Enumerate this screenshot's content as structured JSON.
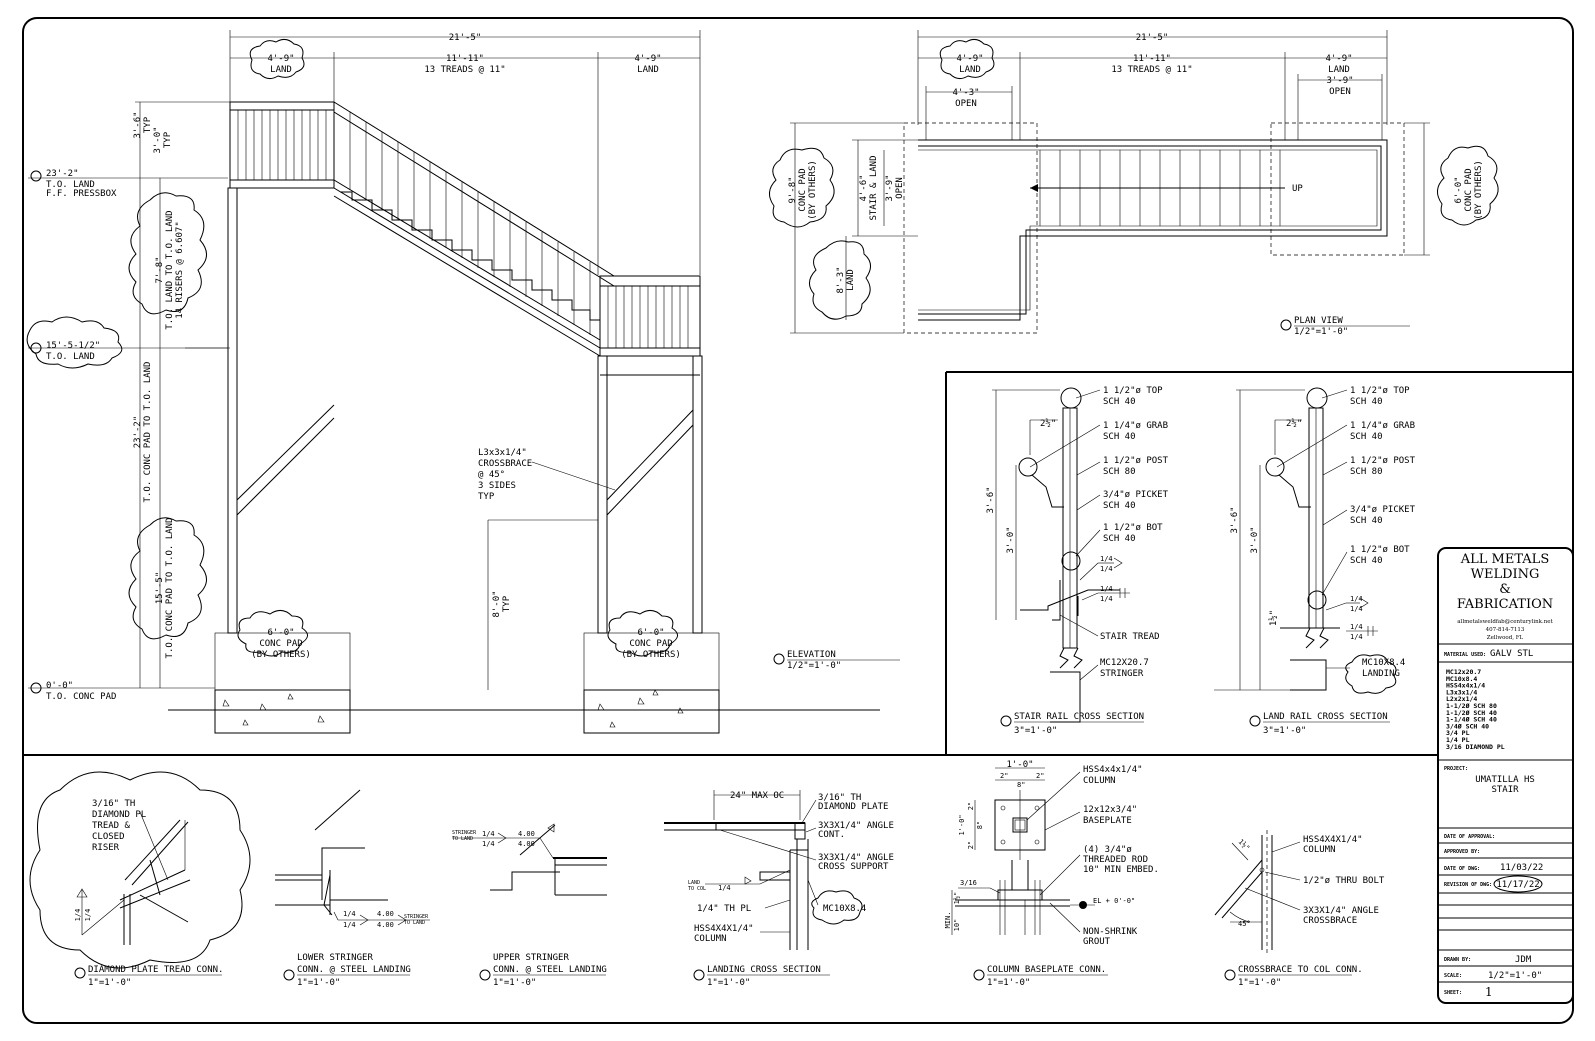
{
  "elevation": {
    "overall_width": "21'-5\"",
    "land_left_dim": "4'-9\"",
    "land_left_label": "LAND",
    "treads_dim": "11'-11\"",
    "treads_label": "13 TREADS @ 11\"",
    "land_right_dim": "4'-9\"",
    "land_right_label": "LAND",
    "rail_height_a": "3'-6\"",
    "rail_height_a_note": "TYP",
    "rail_height_b": "3'-0\"",
    "rail_height_b_note": "TYP",
    "top_level": "23'-2\"",
    "top_level_note1": "T.O. LAND",
    "top_level_note2": "F.F. PRESSBOX",
    "mid_level": "15'-5-1/2\"",
    "mid_level_note": "T.O. LAND",
    "base_level": "0'-0\"",
    "base_level_note": "T.O. CONC PAD",
    "riser_dim": "7'-8\"",
    "riser_label1": "T.O. LAND TO T.O. LAND",
    "riser_label2": "14 RISERS @ 6.607\"",
    "total_dim": "23'-2\"",
    "total_label": "T.O. CONC PAD TO T.O. LAND",
    "lower_dim": "15'-5\"",
    "lower_label": "T.O. CONC PAD TO T.O. LAND",
    "crossbrace1": "L3x3x1/4\"",
    "crossbrace2": "CROSSBRACE",
    "crossbrace3": "@ 45°",
    "crossbrace4": "3 SIDES",
    "crossbrace5": "TYP",
    "post_dim": "8'-0\"",
    "post_dim_note": "TYP",
    "pad_left_dim": "6'-0\"",
    "pad_left_l1": "CONC PAD",
    "pad_left_l2": "(BY OTHERS)",
    "pad_right_dim": "6'-0\"",
    "pad_right_l1": "CONC PAD",
    "pad_right_l2": "(BY OTHERS)",
    "title": "ELEVATION",
    "scale": "1/2\"=1'-0\""
  },
  "plan": {
    "overall_width": "21'-5\"",
    "land_left_dim": "4'-9\"",
    "land_left_label": "LAND",
    "treads_dim": "11'-11\"",
    "treads_label": "13 TREADS @ 11\"",
    "land_right_dim": "4'-9\"",
    "land_right_label": "LAND",
    "open_left_dim": "4'-3\"",
    "open_left_label": "OPEN",
    "open_right_dim": "3'-9\"",
    "open_right_label": "OPEN",
    "pad_left_dim": "9'-8\"",
    "pad_left_l1": "CONC PAD",
    "pad_left_l2": "(BY OTHERS)",
    "stair_dim": "4'-6\"",
    "stair_label": "STAIR & LAND",
    "open_v_dim": "3'-9\"",
    "open_v_label": "OPEN",
    "land_v_dim": "8'-3\"",
    "land_v_label": "LAND",
    "pad_right_dim": "6'-0\"",
    "pad_right_l1": "CONC PAD",
    "pad_right_l2": "(BY OTHERS)",
    "up_label": "UP",
    "title": "PLAN VIEW",
    "scale": "1/2\"=1'-0\""
  },
  "stair_rail": {
    "top": "1 1/2\"ø TOP",
    "top2": "SCH 40",
    "grab": "1 1/4\"ø GRAB",
    "grab2": "SCH 40",
    "post": "1 1/2\"ø POST",
    "post2": "SCH 80",
    "picket": "3/4\"ø PICKET",
    "picket2": "SCH 40",
    "bot": "1 1/2\"ø BOT",
    "bot2": "SCH 40",
    "weld1": "1/4",
    "weld2": "1/4",
    "weld3": "1/4",
    "weld4": "1/4",
    "tread": "STAIR TREAD",
    "stringer1": "MC12X20.7",
    "stringer2": "STRINGER",
    "dim_total": "3'-6\"",
    "dim_mid": "3'-0\"",
    "dim_offset": "2½\"",
    "title": "STAIR RAIL CROSS SECTION",
    "scale": "3\"=1'-0\""
  },
  "land_rail": {
    "top": "1 1/2\"ø TOP",
    "top2": "SCH 40",
    "grab": "1 1/4\"ø GRAB",
    "grab2": "SCH 40",
    "post": "1 1/2\"ø POST",
    "post2": "SCH 80",
    "picket": "3/4\"ø PICKET",
    "picket2": "SCH 40",
    "bot": "1 1/2\"ø BOT",
    "bot2": "SCH 40",
    "weld1": "1/4",
    "weld2": "1/4",
    "weld3": "1/4",
    "weld4": "1/4",
    "landing1": "MC10X8.4",
    "landing2": "LANDING",
    "dim_total": "3'-6\"",
    "dim_mid": "3'-0\"",
    "dim_offset": "2½\"",
    "dim_low": "1½\"",
    "title": "LAND RAIL CROSS SECTION",
    "scale": "3\"=1'-0\""
  },
  "diamond": {
    "n1": "3/16\" TH",
    "n2": "DIAMOND PL",
    "n3": "TREAD &",
    "n4": "CLOSED",
    "n5": "RISER",
    "weld1": "1/4",
    "weld2": "1/4",
    "title": "DIAMOND PLATE TREAD CONN.",
    "scale": "1\"=1'-0\""
  },
  "lower_stringer": {
    "weld1": "1/4",
    "weld2": "1/4",
    "len1": "4.00",
    "len2": "4.00",
    "note1": "STRINGER",
    "note2": "TO LAND",
    "title1": "LOWER STRINGER",
    "title2": "CONN. @ STEEL LANDING",
    "scale": "1\"=1'-0\""
  },
  "upper_stringer": {
    "weld1": "1/4",
    "weld2": "1/4",
    "len1": "4.00",
    "len2": "4.00",
    "note1": "STRINGER",
    "note2": "TO LAND",
    "title1": "UPPER STRINGER",
    "title2": "CONN. @ STEEL LANDING",
    "scale": "1\"=1'-0\""
  },
  "landing_section": {
    "max_oc": "24\" MAX OC",
    "plate1": "3/16\" TH",
    "plate2": "DIAMOND PLATE",
    "angle1": "3X3X1/4\" ANGLE",
    "angle2": "CONT.",
    "support1": "3X3X1/4\" ANGLE",
    "support2": "CROSS SUPPORT",
    "land_to_col1": "LAND",
    "land_to_col2": "TO COL",
    "weld": "1/4",
    "pl": "1/4\" TH PL",
    "channel": "MC10X8.4",
    "column1": "HSS4X4X1/4\"",
    "column2": "COLUMN",
    "title": "LANDING CROSS SECTION",
    "scale": "1\"=1'-0\""
  },
  "baseplate": {
    "dim_top": "1'-0\"",
    "dim_2a": "2\"",
    "dim_8": "8\"",
    "dim_2b": "2\"",
    "dim_v1": "1'-0\"",
    "dim_v2": "2\"",
    "dim_v3": "8\"",
    "dim_v4": "2\"",
    "col1": "HSS4x4x1/4\"",
    "col2": "COLUMN",
    "bp1": "12x12x3/4\"",
    "bp2": "BASEPLATE",
    "rod1": "(4) 3/4\"ø",
    "rod2": "THREADED ROD",
    "rod3": "10\" MIN EMBED.",
    "grout1": "NON-SHRINK",
    "grout2": "GROUT",
    "el": "EL + 0'-0\"",
    "weld": "3/16",
    "min1": "MIN.",
    "min2": "10\"",
    "min3": "1½\"",
    "title": "COLUMN BASEPLATE CONN.",
    "scale": "1\"=1'-0\""
  },
  "crossbrace": {
    "col1": "HSS4X4X1/4\"",
    "col2": "COLUMN",
    "bolt": "1/2\"ø THRU BOLT",
    "angle1": "3X3X1/4\" ANGLE",
    "angle2": "CROSSBRACE",
    "deg": "45°",
    "dim": "1½\"",
    "title": "CROSSBRACE TO COL CONN.",
    "scale": "1\"=1'-0\""
  },
  "title_block": {
    "company1": "ALL METALS",
    "company2": "WELDING",
    "company3": "&",
    "company4": "FABRICATION",
    "email": "allmetalsweldfab@centurylink.net",
    "phone": "407-814-7113",
    "city": "Zellwood, FL",
    "material_label": "MATERIAL USED:",
    "material_value": "GALV STL",
    "materials": [
      "MC12x20.7",
      "MC10x8.4",
      "HSS4x4x1/4",
      "L3x3x1/4",
      "L2x2x1/4",
      "1-1/2Ø SCH 80",
      "1-1/2Ø SCH 40",
      "1-1/4Ø SCH 40",
      "3/4Ø SCH 40",
      "3/4 PL",
      "1/4 PL",
      "3/16 DIAMOND PL"
    ],
    "project_label": "PROJECT:",
    "project1": "UMATILLA HS",
    "project2": "STAIR",
    "date_approval_label": "DATE OF APPROVAL:",
    "approved_by_label": "APPROVED BY:",
    "date_dwg_label": "DATE OF DWG:",
    "date_dwg": "11/03/22",
    "revision_label": "REVISION OF DWG:",
    "revision": "11/17/22",
    "drawn_by_label": "DRAWN BY:",
    "drawn_by": "JDM",
    "scale_label": "SCALE:",
    "scale": "1/2\"=1'-0\"",
    "sheet_label": "SHEET:",
    "sheet": "1"
  }
}
